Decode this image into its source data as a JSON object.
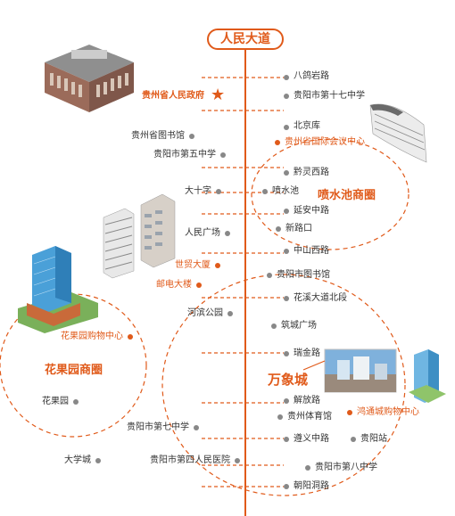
{
  "title": "人民大道",
  "star_label": "贵州省人民政府",
  "colors": {
    "accent": "#e05a1a",
    "dot": "#888888",
    "road": "#e05a1a"
  },
  "districts": [
    {
      "name": "喷水池商圈"
    },
    {
      "name": "花果园商圈"
    }
  ],
  "wanxiangcheng": "万象城",
  "stops": [
    {
      "name": "八鸽岩路",
      "side": "right",
      "highlight": false
    },
    {
      "name": "贵阳市第十七中学",
      "side": "right",
      "highlight": false
    },
    {
      "name": "北京库",
      "side": "right",
      "highlight": false
    },
    {
      "name": "贵州省国际会议中心",
      "side": "right",
      "highlight": true
    },
    {
      "name": "贵州省图书馆",
      "side": "left",
      "highlight": false
    },
    {
      "name": "贵阳市第五中学",
      "side": "left",
      "highlight": false
    },
    {
      "name": "黔灵西路",
      "side": "right",
      "highlight": false
    },
    {
      "name": "大十字",
      "side": "left",
      "highlight": false
    },
    {
      "name": "喷水池",
      "side": "right",
      "highlight": false
    },
    {
      "name": "延安中路",
      "side": "right",
      "highlight": false
    },
    {
      "name": "人民广场",
      "side": "left",
      "highlight": false
    },
    {
      "name": "新路口",
      "side": "right",
      "highlight": false
    },
    {
      "name": "中山西路",
      "side": "right",
      "highlight": false
    },
    {
      "name": "世贸大厦",
      "side": "left",
      "highlight": true
    },
    {
      "name": "贵阳市图书馆",
      "side": "right",
      "highlight": false
    },
    {
      "name": "邮电大楼",
      "side": "left",
      "highlight": true
    },
    {
      "name": "花溪大道北段",
      "side": "right",
      "highlight": false
    },
    {
      "name": "河滨公园",
      "side": "left",
      "highlight": false
    },
    {
      "name": "筑城广场",
      "side": "right",
      "highlight": false
    },
    {
      "name": "花果园购物中心",
      "side": "left",
      "highlight": true
    },
    {
      "name": "瑞金路",
      "side": "right",
      "highlight": false
    },
    {
      "name": "花果园",
      "side": "left",
      "highlight": false
    },
    {
      "name": "解放路",
      "side": "right",
      "highlight": false
    },
    {
      "name": "贵州体育馆",
      "side": "right",
      "highlight": false
    },
    {
      "name": "鸿通城购物中心",
      "side": "right",
      "highlight": true
    },
    {
      "name": "贵阳市第七中学",
      "side": "left",
      "highlight": false
    },
    {
      "name": "遵义中路",
      "side": "right",
      "highlight": false
    },
    {
      "name": "贵阳站",
      "side": "right",
      "highlight": false
    },
    {
      "name": "大学城",
      "side": "left",
      "highlight": false
    },
    {
      "name": "贵阳市第四人民医院",
      "side": "left",
      "highlight": false
    },
    {
      "name": "贵阳市第八中学",
      "side": "right",
      "highlight": false
    },
    {
      "name": "朝阳洞路",
      "side": "right",
      "highlight": false
    }
  ]
}
